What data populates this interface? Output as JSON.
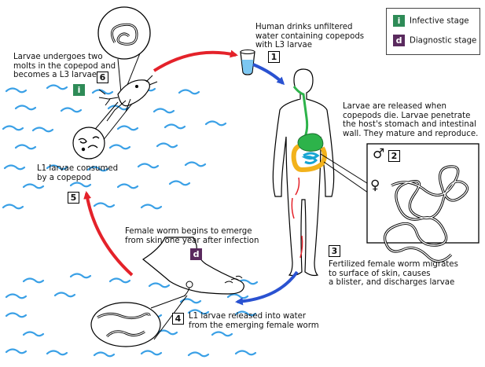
{
  "legend": {
    "infective": {
      "letter": "i",
      "label": "Infective stage",
      "color": "#2e8b57"
    },
    "diagnostic": {
      "letter": "d",
      "label": "Diagnostic stage",
      "color": "#5a2a5e"
    }
  },
  "steps": [
    {
      "number": "1",
      "text": "Human drinks unfiltered\nwater containing copepods\nwith L3 larvae"
    },
    {
      "number": "2",
      "text": "Larvae are released when\ncopepods die. Larvae penetrate\nthe host's stomach and intestinal\nwall. They mature and reproduce."
    },
    {
      "number": "3",
      "text": "Fertilized female worm migrates\nto surface of skin, causes\na blister, and discharges larvae"
    },
    {
      "number": "4",
      "text": "L1 larvae released into water\nfrom the emerging female worm"
    },
    {
      "number": "5",
      "text": "L1 larvae consumed\nby a copepod"
    },
    {
      "number": "6",
      "text": "Larvae undergoes two\nmolts in the copepod and\nbecomes a L3 larvae"
    }
  ],
  "emerge_text": "Female worm begins to emerge\nfrom skin one year after infection",
  "sex_symbols": {
    "male": "♂",
    "female": "♀"
  },
  "colors": {
    "red_arrow": "#e4222a",
    "blue_arrow": "#2a52d1",
    "water": "#3aa0e6",
    "stomach": "#2db34a",
    "intestine": "#f2b21b"
  }
}
